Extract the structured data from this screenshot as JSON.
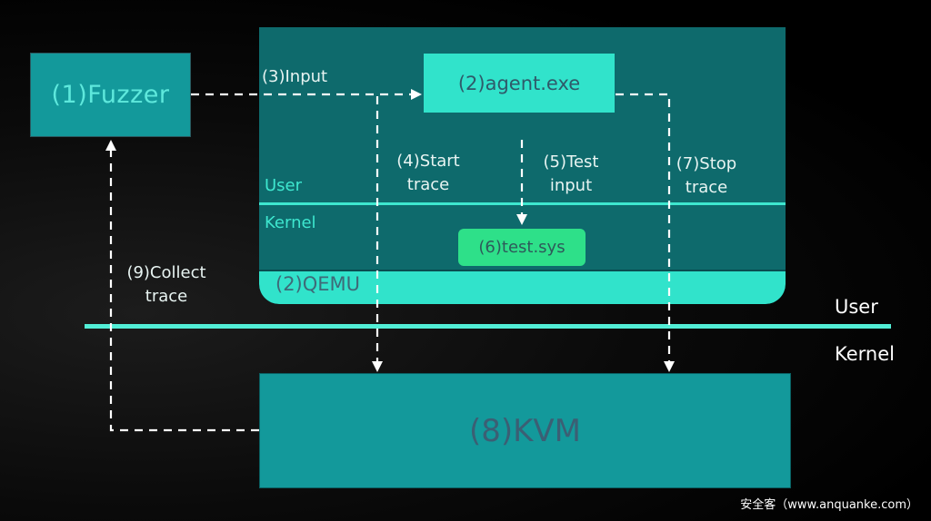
{
  "nodes": {
    "fuzzer": "(1)Fuzzer",
    "agent": "(2)agent.exe",
    "qemu": "(2)QEMU",
    "test_sys": "(6)test.sys",
    "kvm": "(8)KVM"
  },
  "edges": {
    "input": "(3)Input",
    "start_trace": [
      "(4)Start",
      "trace"
    ],
    "test_input": [
      "(5)Test",
      "input"
    ],
    "stop_trace": [
      "(7)Stop",
      "trace"
    ],
    "collect_trace": [
      "(9)Collect",
      "trace"
    ]
  },
  "zones": {
    "inner_user": "User",
    "inner_kernel": "Kernel",
    "outer_user": "User",
    "outer_kernel": "Kernel"
  },
  "colors": {
    "accent": "#31e3cb",
    "qemu_bg": "#0e6a6c",
    "box_teal": "#13999b",
    "test_sys": "#2ee089",
    "divider": "#52eed6"
  },
  "watermark": "安全客（www.anquanke.com）"
}
